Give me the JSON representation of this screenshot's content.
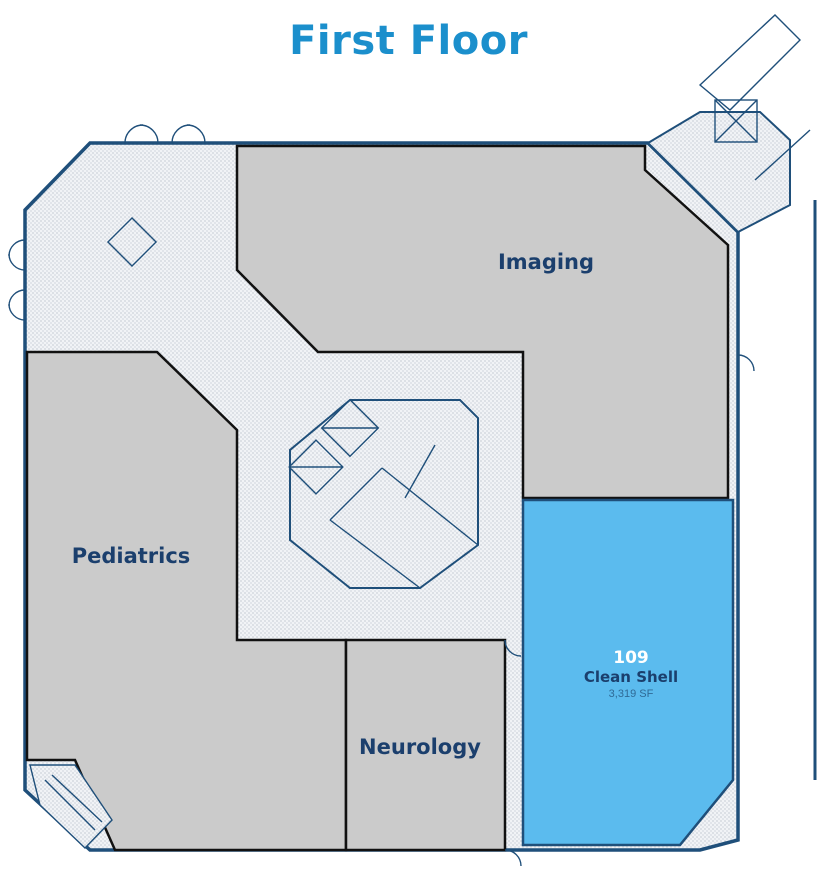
{
  "title": "First Floor",
  "colors": {
    "title": "#1b8fcc",
    "wall": "#1f4f7a",
    "room_fill": "#cbcbcb",
    "highlight_fill": "#5bbbee",
    "common_fill": "#eef1f4",
    "label": "#1b3f6d"
  },
  "rooms": {
    "imaging": {
      "name": "Imaging"
    },
    "pediatrics": {
      "name": "Pediatrics"
    },
    "neurology": {
      "name": "Neurology"
    },
    "suite_109": {
      "number": "109",
      "name": "Clean Shell",
      "area": "3,319 SF"
    }
  }
}
